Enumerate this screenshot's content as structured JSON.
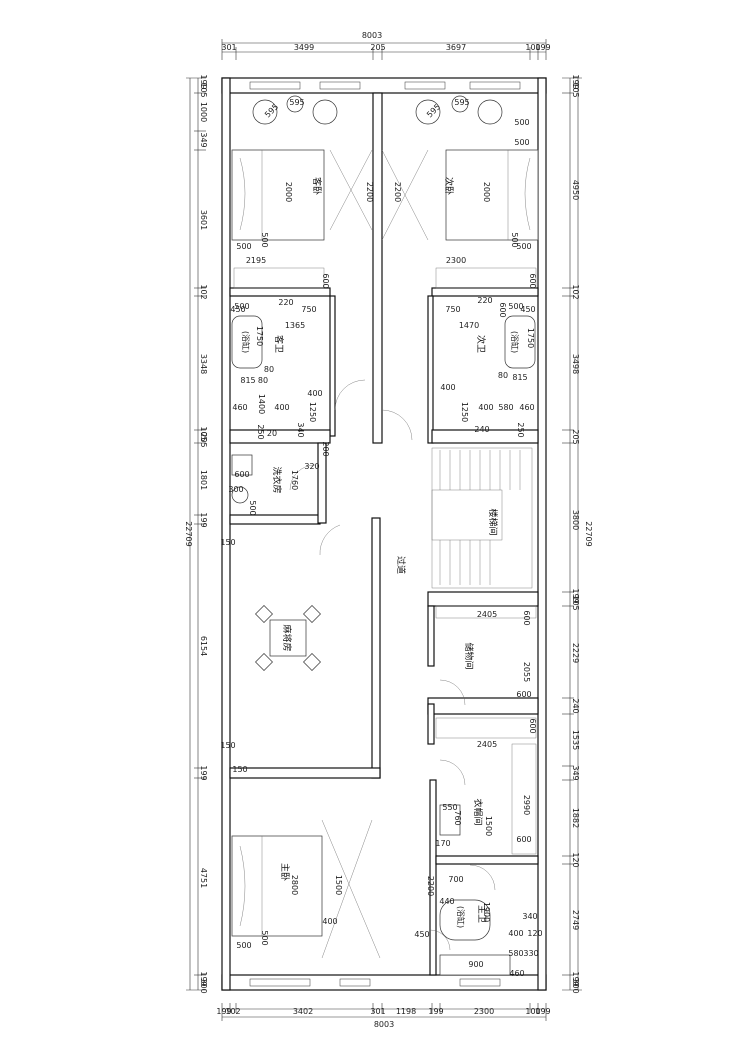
{
  "dimensions": {
    "top_total": "8003",
    "top": [
      "301",
      "3499",
      "205",
      "3697",
      "100",
      "199"
    ],
    "bottom_total": "8003",
    "bottom": [
      "199",
      "102",
      "3402",
      "301",
      "1198",
      "199",
      "2300",
      "100",
      "199"
    ],
    "left_total": "22709",
    "left": [
      "199",
      "105",
      "1000",
      "349",
      "3601",
      "102",
      "3348",
      "105",
      "205",
      "1801",
      "199",
      "6154",
      "199",
      "4751",
      "199",
      "300"
    ],
    "right_total": "22709",
    "right": [
      "199",
      "105",
      "4950",
      "102",
      "3498",
      "205",
      "3800",
      "199",
      "105",
      "2229",
      "240",
      "1535",
      "349",
      "1882",
      "120",
      "2749",
      "199",
      "300"
    ]
  },
  "rooms": {
    "guest_bedroom": "客卧",
    "second_bedroom": "次卧",
    "guest_bath": "客卫",
    "second_bath": "次卫",
    "laundry": "洗衣房",
    "hallway": "过道",
    "stairwell": "楼梯间",
    "mahjong": "麻将房",
    "storage": "储物间",
    "walk_in_closet": "衣帽间",
    "master_bedroom": "主卧",
    "master_bath": "主卫",
    "bathtub": "(浴缸)"
  },
  "annotations": {
    "a595": "595",
    "a500": "500",
    "a2000": "2000",
    "a2200": "2200",
    "a2195": "2195",
    "a2300": "2300",
    "a600": "600",
    "a450": "450",
    "a750": "750",
    "a1365": "1365",
    "a1470": "1470",
    "a1750": "1750",
    "a815": "815",
    "a80": "80",
    "a400": "400",
    "a460": "460",
    "a1400": "1400",
    "a1250": "1250",
    "a580": "580",
    "a240": "240",
    "a250": "250",
    "a220": "220",
    "a200": "200",
    "a320": "320",
    "a1760": "1760",
    "a300": "300",
    "a150": "150",
    "a2405": "2405",
    "a2055": "2055",
    "a2990": "2990",
    "a550": "550",
    "a760": "760",
    "a170": "170",
    "a1500": "1500",
    "a1900": "1900",
    "a2800": "2800",
    "a700": "700",
    "a440": "440",
    "a340": "340",
    "a120": "120",
    "a330": "330",
    "a900": "900",
    "a20": "20"
  }
}
